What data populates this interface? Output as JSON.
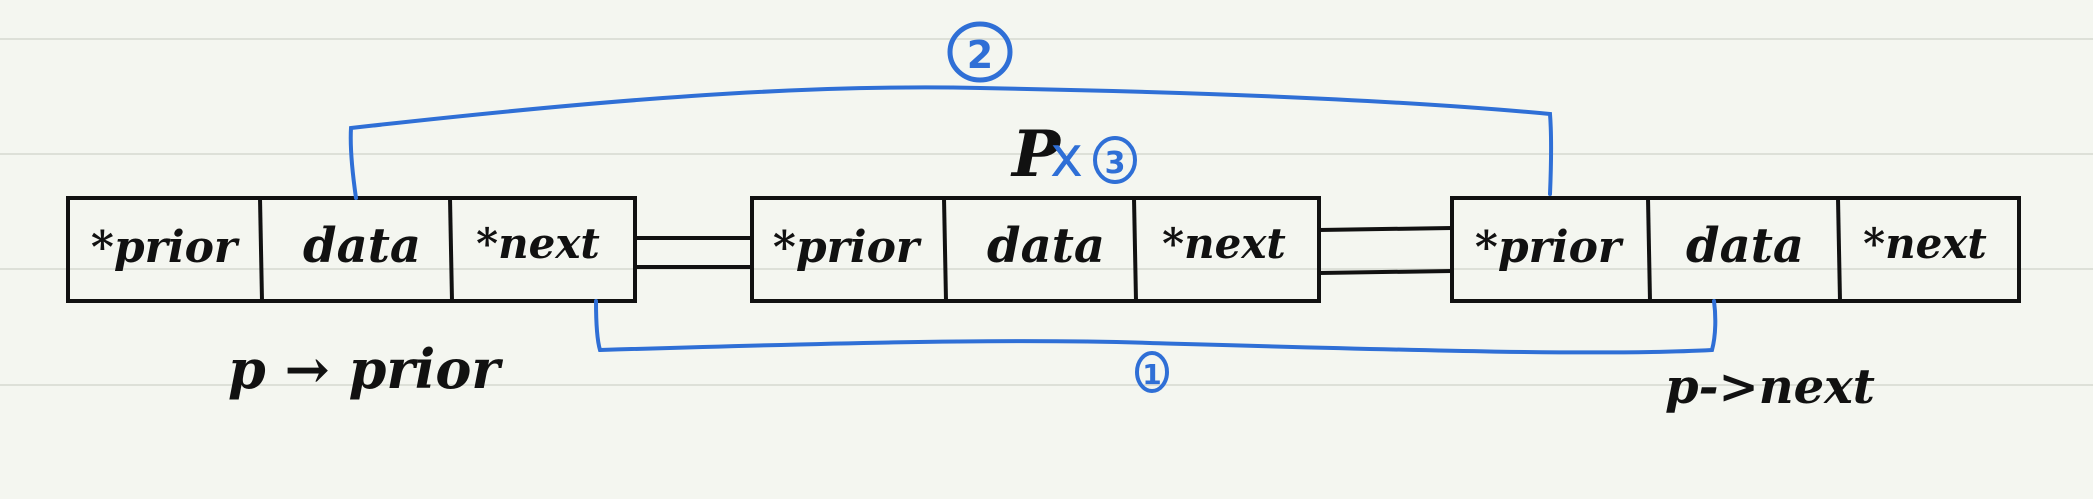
{
  "colors": {
    "background": "#f4f6f0",
    "ink": "#111111",
    "pen_blue": "#2f6fd6",
    "ruled_line": "#dde0d8"
  },
  "nodes": [
    {
      "fields": [
        "*prior",
        "data",
        "*next"
      ]
    },
    {
      "fields": [
        "*prior",
        "data",
        "*next"
      ]
    },
    {
      "fields": [
        "*prior",
        "data",
        "*next"
      ]
    }
  ],
  "labels": {
    "p_prior": "p → prior",
    "p_next": "p->next",
    "p": "P",
    "cross": "x"
  },
  "steps": {
    "step1": "1",
    "step2": "2",
    "step3": "3"
  }
}
